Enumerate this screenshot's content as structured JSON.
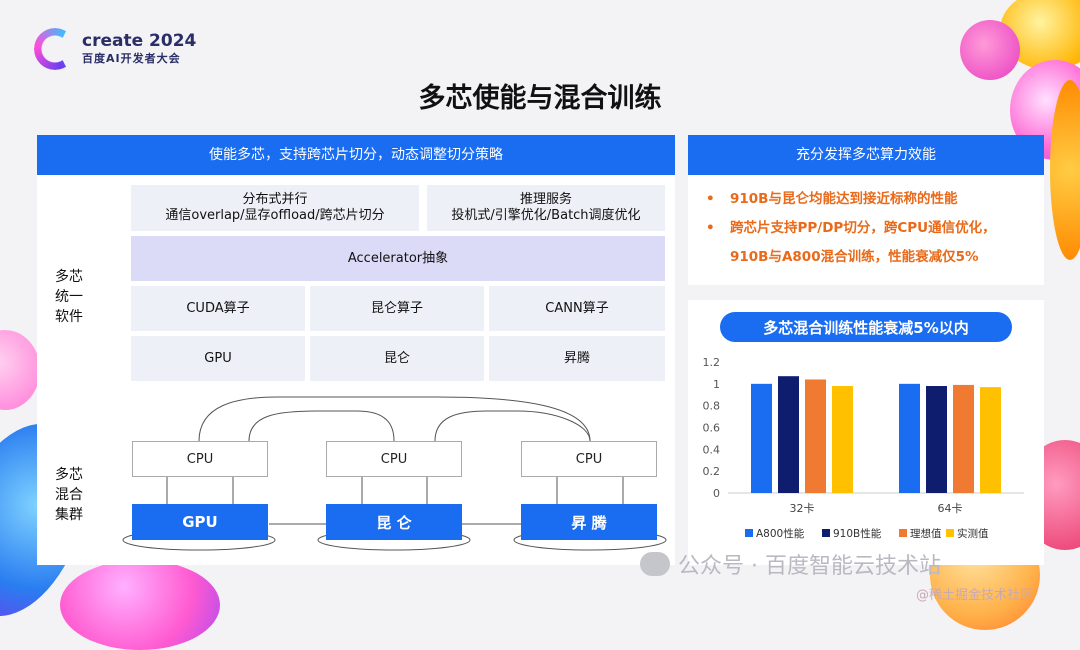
{
  "logo": {
    "line1": "create 2024",
    "line2": "百度AI开发者大会"
  },
  "title": "多芯使能与混合训练",
  "left_panel": {
    "header": "使能多芯，支持跨芯片切分，动态调整切分策略",
    "label_software": "多芯统一软件",
    "label_cluster": "多芯混合集群",
    "dist_title": "分布式并行",
    "dist_sub": "通信overlap/显存offload/跨芯片切分",
    "infer_title": "推理服务",
    "infer_sub": "投机式/引擎优化/Batch调度优化",
    "accelerator": "Accelerator抽象",
    "ops": [
      "CUDA算子",
      "昆仑算子",
      "CANN算子"
    ],
    "hw": [
      "GPU",
      "昆仑",
      "昇腾"
    ],
    "cpu_label": "CPU",
    "chips": [
      "GPU",
      "昆 仑",
      "昇 腾"
    ]
  },
  "right_top": {
    "header": "充分发挥多芯算力效能",
    "bullets": [
      "910B与昆仑均能达到接近标称的性能",
      "跨芯片支持PP/DP切分，跨CPU通信优化，",
      "910B与A800混合训练，性能衰减仅5%"
    ]
  },
  "chart_data": {
    "type": "bar",
    "title": "多芯混合训练性能衰减5%以内",
    "categories": [
      "32卡",
      "64卡"
    ],
    "series": [
      {
        "name": "A800性能",
        "values": [
          1.0,
          1.0
        ],
        "color": "#1a6cf0"
      },
      {
        "name": "910B性能",
        "values": [
          1.07,
          0.98
        ],
        "color": "#0f1d6e"
      },
      {
        "name": "理想值",
        "values": [
          1.04,
          0.99
        ],
        "color": "#f07a32"
      },
      {
        "name": "实测值",
        "values": [
          0.98,
          0.97
        ],
        "color": "#ffc000"
      }
    ],
    "yticks": [
      "0",
      "0.2",
      "0.4",
      "0.6",
      "0.8",
      "1",
      "1.2"
    ],
    "ylim": [
      0,
      1.2
    ],
    "grid": false,
    "legend": "bottom"
  },
  "watermark": {
    "main": "公众号 · 百度智能云技术站",
    "sub": "@稀土掘金技术社区"
  }
}
